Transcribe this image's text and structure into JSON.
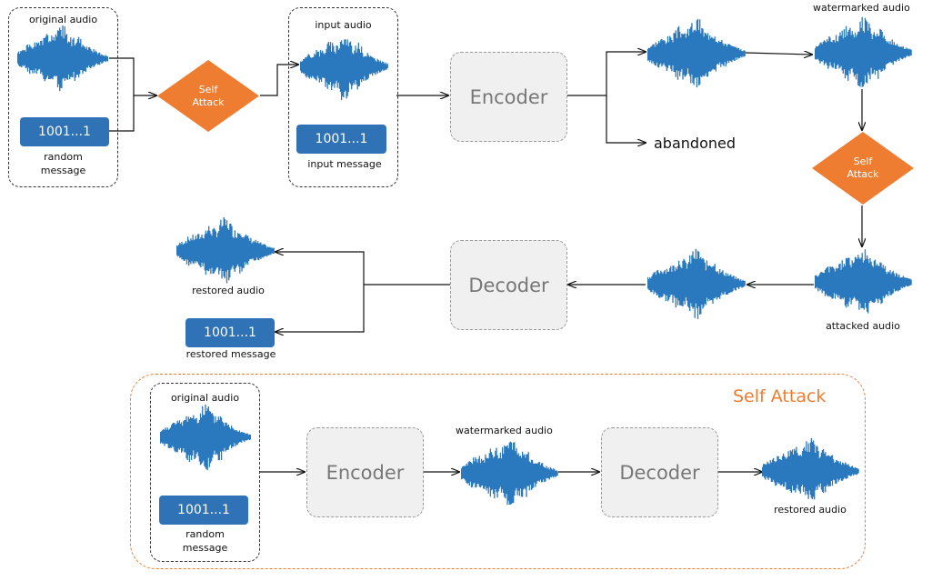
{
  "colors": {
    "wave": "#2a78bd",
    "message_box": "#2f72b5",
    "self_attack": "#ee7d31",
    "module_fill": "#f0f0f0",
    "module_text": "#777777"
  },
  "row1": {
    "original_audio_label": "original audio",
    "message_value": "1001...1",
    "random_message_label": "random\nmessage",
    "self_attack_label": "Self\nAttack",
    "input_audio_label": "input audio",
    "input_message_value": "1001...1",
    "input_message_label": "input message",
    "encoder_label": "Encoder",
    "abandoned_label": "abandoned",
    "watermarked_audio_label": "watermarked audio"
  },
  "row2": {
    "self_attack_label": "Self\nAttack",
    "attacked_audio_label": "attacked audio",
    "decoder_label": "Decoder",
    "restored_audio_label": "restored audio",
    "restored_message_value": "1001...1",
    "restored_message_label": "restored message"
  },
  "self_attack_panel": {
    "title": "Self Attack",
    "original_audio_label": "original audio",
    "message_value": "1001...1",
    "random_message_label": "random\nmessage",
    "encoder_label": "Encoder",
    "watermarked_audio_label": "watermarked audio",
    "decoder_label": "Decoder",
    "restored_audio_label": "restored audio"
  }
}
